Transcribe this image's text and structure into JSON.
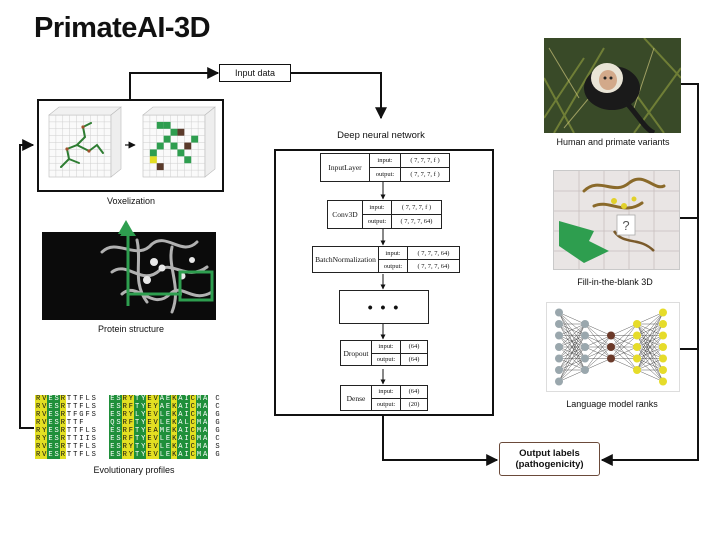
{
  "title": "PrimateAI-3D",
  "labels": {
    "input_data": "Input data",
    "deep_neural_network": "Deep neural network",
    "voxelization": "Voxelization",
    "protein_structure": "Protein structure",
    "evolutionary_profiles": "Evolutionary profiles",
    "human_primate_variants": "Human and primate variants",
    "fill_in_the_blank": "Fill-in-the-blank 3D",
    "language_model_ranks": "Language model ranks",
    "output_line1": "Output labels",
    "output_line2": "(pathogenicity)"
  },
  "network": {
    "io_input": "input:",
    "io_output": "output:",
    "ellipsis": "• • •",
    "layers": [
      {
        "name": "InputLayer",
        "input": "( 7, 7, 7, f )",
        "output": "( 7, 7, 7, f )"
      },
      {
        "name": "Conv3D",
        "input": "( 7, 7, 7, f )",
        "output": "( 7, 7, 7, 64)"
      },
      {
        "name": "BatchNormalization",
        "input": "( 7, 7, 7, 64)",
        "output": "( 7, 7, 7, 64)"
      },
      {
        "name": "Dropout",
        "input": "(64)",
        "output": "(64)"
      },
      {
        "name": "Dense",
        "input": "(64)",
        "output": "(20)"
      }
    ]
  },
  "colors": {
    "accent_green": "#2e9e4f",
    "voxel_dark": "#5a3a2a",
    "seq_yellow": "#e3df22",
    "seq_green": "#1f8f3a",
    "node_gray": "#9aa7ad",
    "node_brown": "#6b3a2a",
    "node_yellow": "#e6dc2a"
  }
}
